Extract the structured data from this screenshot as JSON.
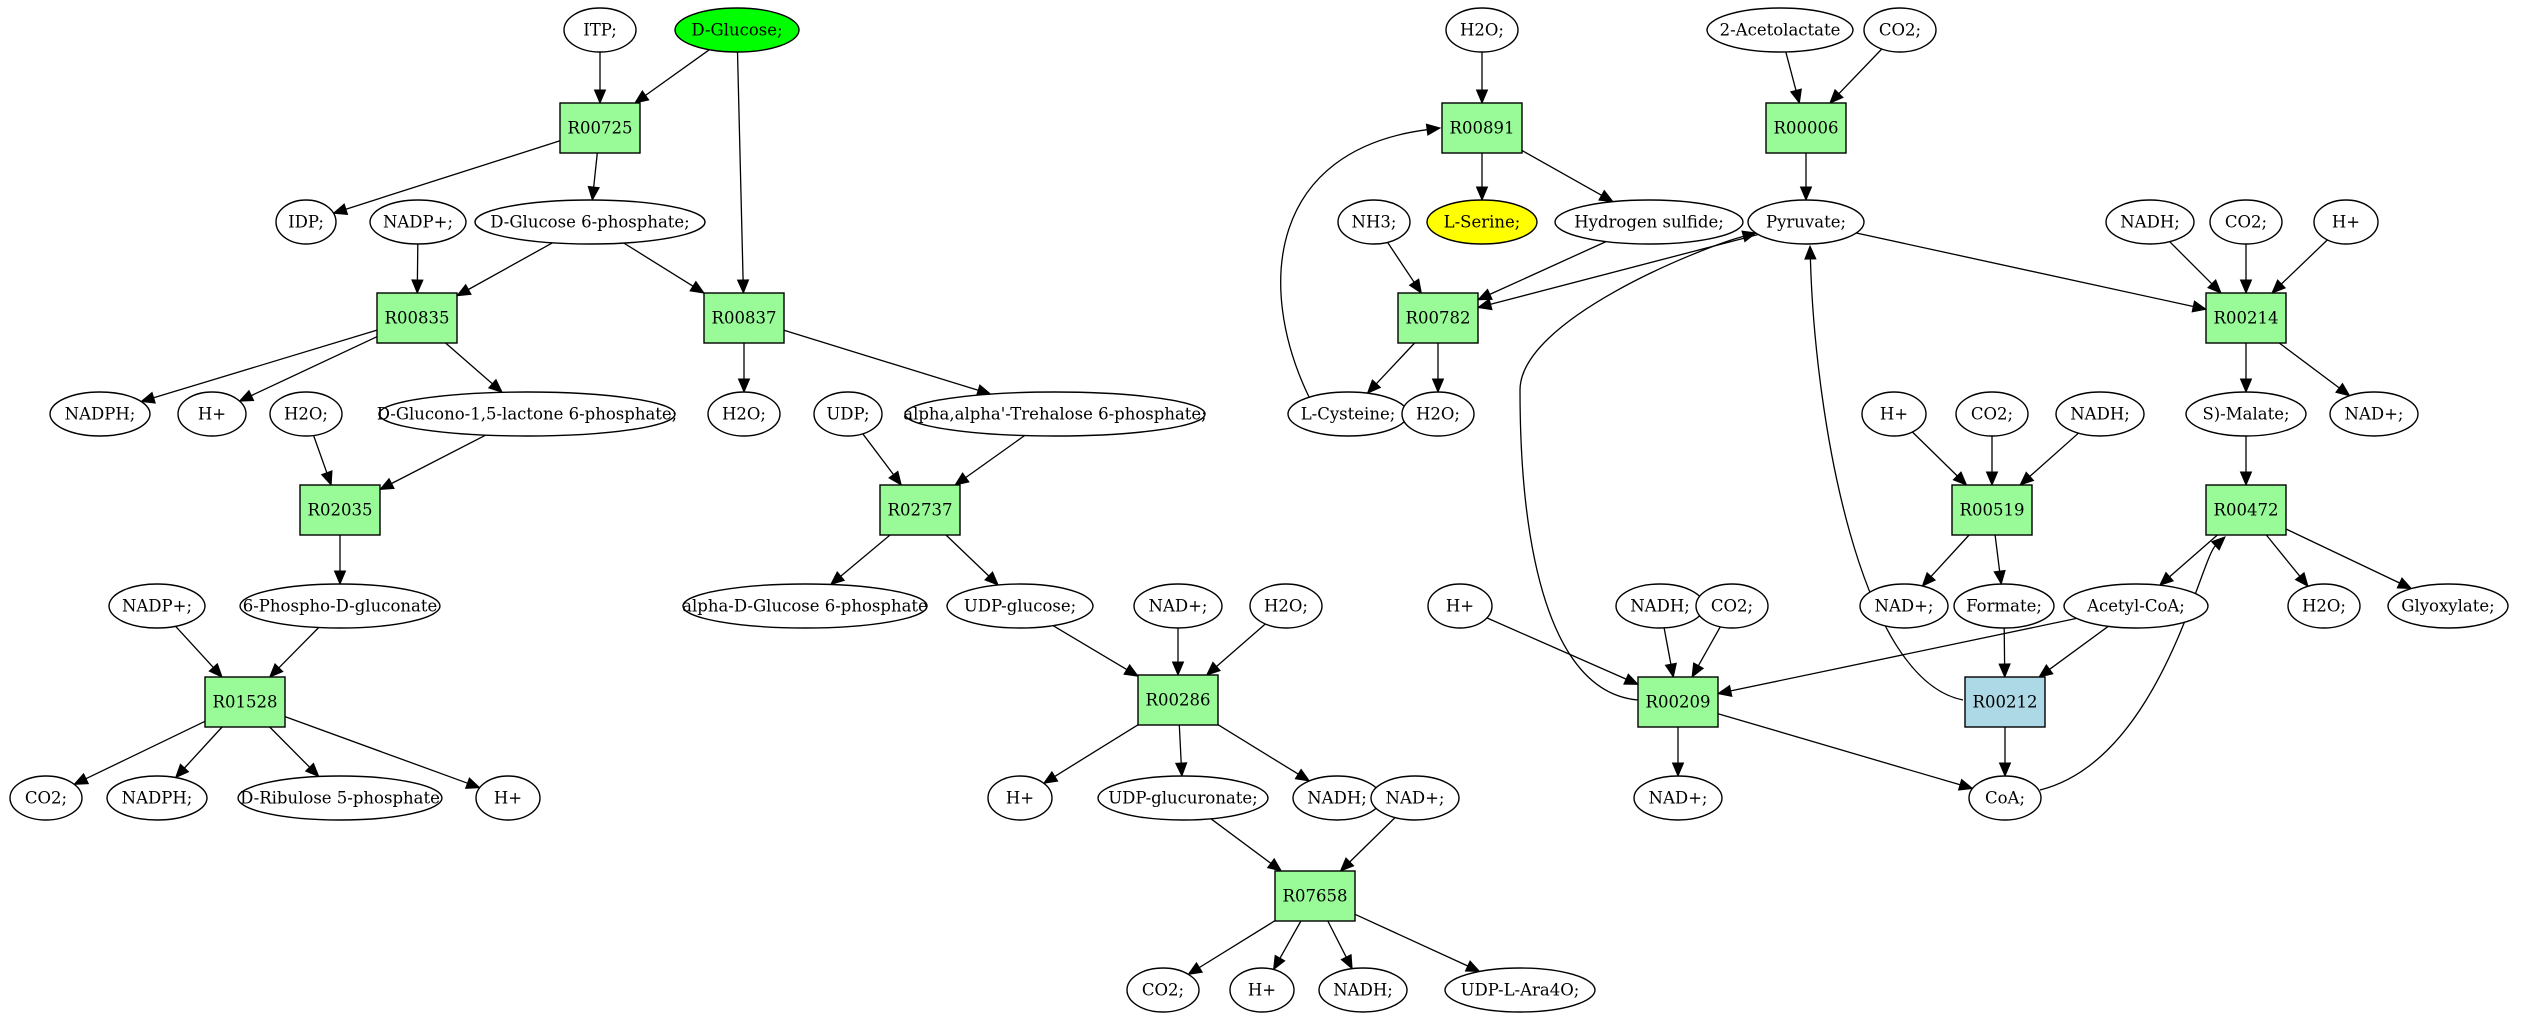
{
  "colors": {
    "background": "#ffffff",
    "compound": "#ffffff",
    "reaction": "#98fb98",
    "reaction_alt": "#add8e6",
    "source": "#00ff00",
    "target": "#ffff00",
    "stroke": "#000000"
  },
  "nodes": [
    {
      "id": "itp",
      "label": "ITP;",
      "kind": "compound"
    },
    {
      "id": "dglucose",
      "label": "D-Glucose;",
      "kind": "source"
    },
    {
      "id": "r00725",
      "label": "R00725",
      "kind": "reaction"
    },
    {
      "id": "idp",
      "label": "IDP;",
      "kind": "compound"
    },
    {
      "id": "nadpplus1",
      "label": "NADP+;",
      "kind": "compound"
    },
    {
      "id": "dg6p",
      "label": "D-Glucose 6-phosphate;",
      "kind": "compound"
    },
    {
      "id": "r00835",
      "label": "R00835",
      "kind": "reaction"
    },
    {
      "id": "r00837",
      "label": "R00837",
      "kind": "reaction"
    },
    {
      "id": "nadph1",
      "label": "NADPH;",
      "kind": "compound"
    },
    {
      "id": "hplus1",
      "label": "H+",
      "kind": "compound"
    },
    {
      "id": "h2o1",
      "label": "H2O;",
      "kind": "compound"
    },
    {
      "id": "dglucono",
      "label": "D-Glucono-1,5-lactone 6-phosphate;",
      "kind": "compound"
    },
    {
      "id": "h2o2",
      "label": "H2O;",
      "kind": "compound"
    },
    {
      "id": "udp",
      "label": "UDP;",
      "kind": "compound"
    },
    {
      "id": "trehalose6p",
      "label": "alpha,alpha'-Trehalose 6-phosphate;",
      "kind": "compound"
    },
    {
      "id": "r02035",
      "label": "R02035",
      "kind": "reaction"
    },
    {
      "id": "r02737",
      "label": "R02737",
      "kind": "reaction"
    },
    {
      "id": "nadpplus2",
      "label": "NADP+;",
      "kind": "compound"
    },
    {
      "id": "phosphogluconate",
      "label": "6-Phospho-D-gluconate",
      "kind": "compound"
    },
    {
      "id": "adg6p",
      "label": "alpha-D-Glucose 6-phosphate",
      "kind": "compound"
    },
    {
      "id": "udpglucose",
      "label": "UDP-glucose;",
      "kind": "compound"
    },
    {
      "id": "nadplus1",
      "label": "NAD+;",
      "kind": "compound"
    },
    {
      "id": "h2o3",
      "label": "H2O;",
      "kind": "compound"
    },
    {
      "id": "r01528",
      "label": "R01528",
      "kind": "reaction"
    },
    {
      "id": "r00286",
      "label": "R00286",
      "kind": "reaction"
    },
    {
      "id": "co2_1",
      "label": "CO2;",
      "kind": "compound"
    },
    {
      "id": "nadph2",
      "label": "NADPH;",
      "kind": "compound"
    },
    {
      "id": "ribulose5p",
      "label": "D-Ribulose 5-phosphate",
      "kind": "compound"
    },
    {
      "id": "hplus2",
      "label": "H+",
      "kind": "compound"
    },
    {
      "id": "hplus3",
      "label": "H+",
      "kind": "compound"
    },
    {
      "id": "udpglucuronate",
      "label": "UDP-glucuronate;",
      "kind": "compound"
    },
    {
      "id": "nadh1",
      "label": "NADH;",
      "kind": "compound"
    },
    {
      "id": "nadplus2",
      "label": "NAD+;",
      "kind": "compound"
    },
    {
      "id": "r07658",
      "label": "R07658",
      "kind": "reaction"
    },
    {
      "id": "co2_2",
      "label": "CO2;",
      "kind": "compound"
    },
    {
      "id": "hplus4",
      "label": "H+",
      "kind": "compound"
    },
    {
      "id": "nadh2",
      "label": "NADH;",
      "kind": "compound"
    },
    {
      "id": "udpara4o",
      "label": "UDP-L-Ara4O;",
      "kind": "compound"
    },
    {
      "id": "h2o4",
      "label": "H2O;",
      "kind": "compound"
    },
    {
      "id": "acetolactate",
      "label": "2-Acetolactate",
      "kind": "compound"
    },
    {
      "id": "co2_3",
      "label": "CO2;",
      "kind": "compound"
    },
    {
      "id": "r00891",
      "label": "R00891",
      "kind": "reaction"
    },
    {
      "id": "r00006",
      "label": "R00006",
      "kind": "reaction"
    },
    {
      "id": "nh3",
      "label": "NH3;",
      "kind": "compound"
    },
    {
      "id": "lserine",
      "label": "L-Serine;",
      "kind": "target"
    },
    {
      "id": "h2s",
      "label": "Hydrogen sulfide;",
      "kind": "compound"
    },
    {
      "id": "pyruvate",
      "label": "Pyruvate;",
      "kind": "compound"
    },
    {
      "id": "nadh3",
      "label": "NADH;",
      "kind": "compound"
    },
    {
      "id": "co2_4",
      "label": "CO2;",
      "kind": "compound"
    },
    {
      "id": "hplus5",
      "label": "H+",
      "kind": "compound"
    },
    {
      "id": "r00782",
      "label": "R00782",
      "kind": "reaction"
    },
    {
      "id": "r00214",
      "label": "R00214",
      "kind": "reaction"
    },
    {
      "id": "lcysteine",
      "label": "L-Cysteine;",
      "kind": "compound"
    },
    {
      "id": "h2o5",
      "label": "H2O;",
      "kind": "compound"
    },
    {
      "id": "smalate",
      "label": "S)-Malate;",
      "kind": "compound"
    },
    {
      "id": "nadplus3",
      "label": "NAD+;",
      "kind": "compound"
    },
    {
      "id": "hplus6",
      "label": "H+",
      "kind": "compound"
    },
    {
      "id": "co2_5",
      "label": "CO2;",
      "kind": "compound"
    },
    {
      "id": "nadh4",
      "label": "NADH;",
      "kind": "compound"
    },
    {
      "id": "r00519",
      "label": "R00519",
      "kind": "reaction"
    },
    {
      "id": "r00472",
      "label": "R00472",
      "kind": "reaction"
    },
    {
      "id": "nadplus4",
      "label": "NAD+;",
      "kind": "compound"
    },
    {
      "id": "formate",
      "label": "Formate;",
      "kind": "compound"
    },
    {
      "id": "acetylcoa",
      "label": "Acetyl-CoA;",
      "kind": "compound"
    },
    {
      "id": "h2o6",
      "label": "H2O;",
      "kind": "compound"
    },
    {
      "id": "glyoxylate",
      "label": "Glyoxylate;",
      "kind": "compound"
    },
    {
      "id": "hplus7",
      "label": "H+",
      "kind": "compound"
    },
    {
      "id": "nadh5",
      "label": "NADH;",
      "kind": "compound"
    },
    {
      "id": "co2_6",
      "label": "CO2;",
      "kind": "compound"
    },
    {
      "id": "r00209",
      "label": "R00209",
      "kind": "reaction"
    },
    {
      "id": "r00212",
      "label": "R00212",
      "kind": "reaction_alt"
    },
    {
      "id": "nadplus5",
      "label": "NAD+;",
      "kind": "compound"
    },
    {
      "id": "coa",
      "label": "CoA;",
      "kind": "compound"
    }
  ],
  "edges": [
    [
      "itp",
      "r00725"
    ],
    [
      "dglucose",
      "r00725"
    ],
    [
      "dglucose",
      "r00837"
    ],
    [
      "r00725",
      "idp"
    ],
    [
      "r00725",
      "dg6p"
    ],
    [
      "nadpplus1",
      "r00835"
    ],
    [
      "dg6p",
      "r00835"
    ],
    [
      "dg6p",
      "r00837"
    ],
    [
      "r00835",
      "nadph1"
    ],
    [
      "r00835",
      "hplus1"
    ],
    [
      "r00835",
      "dglucono"
    ],
    [
      "r00837",
      "h2o2"
    ],
    [
      "r00837",
      "trehalose6p"
    ],
    [
      "h2o1",
      "r02035"
    ],
    [
      "dglucono",
      "r02035"
    ],
    [
      "r02035",
      "phosphogluconate"
    ],
    [
      "udp",
      "r02737"
    ],
    [
      "trehalose6p",
      "r02737"
    ],
    [
      "r02737",
      "adg6p"
    ],
    [
      "r02737",
      "udpglucose"
    ],
    [
      "nadpplus2",
      "r01528"
    ],
    [
      "phosphogluconate",
      "r01528"
    ],
    [
      "r01528",
      "co2_1"
    ],
    [
      "r01528",
      "nadph2"
    ],
    [
      "r01528",
      "ribulose5p"
    ],
    [
      "r01528",
      "hplus2"
    ],
    [
      "udpglucose",
      "r00286"
    ],
    [
      "nadplus1",
      "r00286"
    ],
    [
      "h2o3",
      "r00286"
    ],
    [
      "r00286",
      "hplus3"
    ],
    [
      "r00286",
      "udpglucuronate"
    ],
    [
      "r00286",
      "nadh1"
    ],
    [
      "udpglucuronate",
      "r07658"
    ],
    [
      "nadplus2",
      "r07658"
    ],
    [
      "r07658",
      "co2_2"
    ],
    [
      "r07658",
      "hplus4"
    ],
    [
      "r07658",
      "nadh2"
    ],
    [
      "r07658",
      "udpara4o"
    ],
    [
      "h2o4",
      "r00891"
    ],
    [
      "lcysteine",
      "r00891"
    ],
    [
      "r00891",
      "lserine"
    ],
    [
      "r00891",
      "h2s"
    ],
    [
      "acetolactate",
      "r00006"
    ],
    [
      "co2_3",
      "r00006"
    ],
    [
      "r00006",
      "pyruvate"
    ],
    [
      "nh3",
      "r00782"
    ],
    [
      "h2s",
      "r00782"
    ],
    [
      "pyruvate",
      "r00782"
    ],
    [
      "r00782",
      "lcysteine"
    ],
    [
      "r00782",
      "h2o5"
    ],
    [
      "pyruvate",
      "r00214"
    ],
    [
      "nadh3",
      "r00214"
    ],
    [
      "co2_4",
      "r00214"
    ],
    [
      "hplus5",
      "r00214"
    ],
    [
      "r00214",
      "smalate"
    ],
    [
      "r00214",
      "nadplus3"
    ],
    [
      "hplus6",
      "r00519"
    ],
    [
      "co2_5",
      "r00519"
    ],
    [
      "nadh4",
      "r00519"
    ],
    [
      "r00519",
      "nadplus4"
    ],
    [
      "r00519",
      "formate"
    ],
    [
      "smalate",
      "r00472"
    ],
    [
      "coa",
      "r00472"
    ],
    [
      "r00472",
      "acetylcoa"
    ],
    [
      "r00472",
      "h2o6"
    ],
    [
      "r00472",
      "glyoxylate"
    ],
    [
      "formate",
      "r00212"
    ],
    [
      "acetylcoa",
      "r00212"
    ],
    [
      "r00212",
      "pyruvate"
    ],
    [
      "r00212",
      "coa"
    ],
    [
      "hplus7",
      "r00209"
    ],
    [
      "nadh5",
      "r00209"
    ],
    [
      "co2_6",
      "r00209"
    ],
    [
      "acetylcoa",
      "r00209"
    ],
    [
      "r00209",
      "pyruvate"
    ],
    [
      "r00209",
      "nadplus5"
    ],
    [
      "r00209",
      "coa"
    ]
  ]
}
